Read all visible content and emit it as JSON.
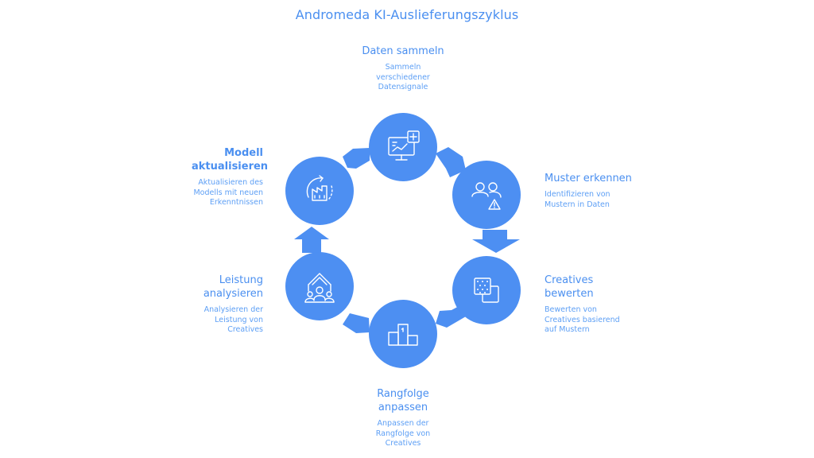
{
  "title": "Andromeda KI-Auslieferungszyklus",
  "colors": {
    "accent": "#4a8ff0",
    "circle_fill": "#4d8ff2",
    "arrow_fill": "#4d8ff2",
    "background": "#ffffff"
  },
  "steps": [
    {
      "title": "Daten sammeln",
      "description": "Sammeln verschiedener Datensignale",
      "icon": "monitor-chart-plus-icon"
    },
    {
      "title": "Muster erkennen",
      "description": "Identifizieren von Mustern in Daten",
      "icon": "users-warning-icon"
    },
    {
      "title": "Creatives bewerten",
      "description": "Bewerten von Creatives basierend auf Mustern",
      "icon": "dotted-squares-icon"
    },
    {
      "title": "Rangfolge anpassen",
      "description": "Anpassen der Rangfolge von Creatives",
      "icon": "podium-icon"
    },
    {
      "title": "Leistung analysieren",
      "description": "Analysieren der Leistung von Creatives",
      "icon": "team-growth-arrows-icon"
    },
    {
      "title": "Modell aktualisieren",
      "description": "Aktualisieren des Modells mit neuen Erkenntnissen",
      "icon": "refresh-factory-icon"
    }
  ]
}
